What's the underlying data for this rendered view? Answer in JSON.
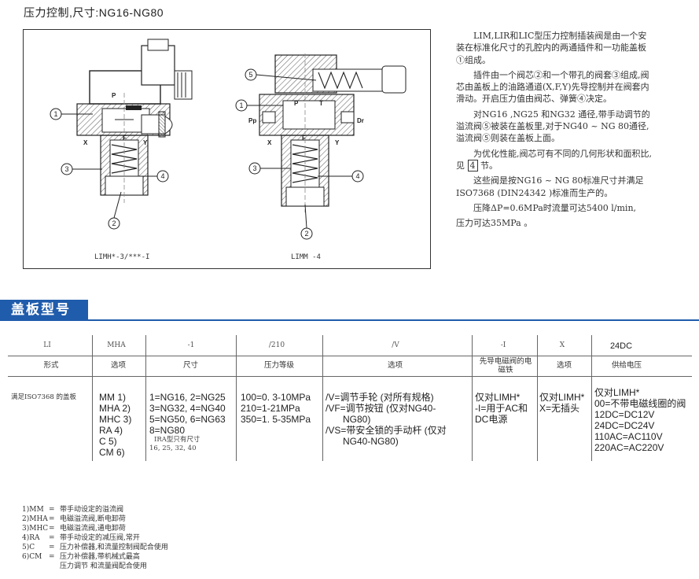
{
  "title": "压力控制,尺寸:NG16-NG80",
  "drawings": {
    "left_caption": "LIMH*-3/***-I",
    "right_caption": "LIMM -4",
    "callouts_left": [
      "1",
      "3",
      "4",
      "2"
    ],
    "callouts_right": [
      "5",
      "1",
      "3",
      "4",
      "2"
    ],
    "port_labels_left": [
      "P",
      "X",
      "F",
      "Y"
    ],
    "port_labels_right": [
      "Pp",
      "P",
      "T",
      "Dr",
      "X",
      "F",
      "Y"
    ]
  },
  "description": {
    "p1": "LIM,LIR和LIC型压力控制插装阀是由一个安装在标准化尺寸的孔腔内的两通插件和一功能盖板①组成。",
    "p2": "插件由一个阀芯②和一个带孔的阀套③组成,阀芯由盖板上的油路通道(X,F,Y)先导控制并在阀套内滑动。开启压力值由阀芯、弹簧④决定。",
    "p3": "对NG16 ,NG25 和NG32 通径,带手动调节的溢流阀⑤被装在盖板里,对于NG40 ~ NG 80通径,溢流阀⑤则装在盖板上面。",
    "p4_a": "为优化性能,阀芯可有不同的几何形状和面积比,见",
    "p4_box": "4",
    "p4_b": "节。",
    "p5": "这些阀是按NG16 ~ NG 80标准尺寸并满足ISO7368 (DIN24342 )标准而生产的。",
    "p6_a": "压降ΔP=0.6MPa时流量可达5400 l/min,",
    "p6_b": "压力可达35MPa 。"
  },
  "section_header": "盖板型号",
  "model_code": {
    "codes": [
      "LI",
      "MHA",
      "-1",
      "/210",
      "/V",
      "-I",
      "X",
      "24DC"
    ],
    "headers": [
      "形式",
      "选项",
      "尺寸",
      "压力等级",
      "选项",
      "先导电磁阀的电磁铁",
      "选项",
      "供给电压"
    ],
    "form_note": "满足ISO7368 的盖板",
    "options_1": [
      "MM 1)",
      "MHA 2)",
      "MHC 3)",
      "RA 4)",
      "C 5)",
      "CM 6)"
    ],
    "sizes": [
      "1=NG16, 2=NG25",
      "3=NG32, 4=NG40",
      "5=NG50, 6=NG63",
      "8=NG80"
    ],
    "size_note_a": "IRA型只有尺寸",
    "size_note_b": "16, 25, 32, 40",
    "pressure": [
      "100=0. 3-10MPa",
      "210=1-21MPa",
      "350=1. 5-35MPa"
    ],
    "options_2": [
      "/V=调节手轮 (对所有规格)",
      "/VF=调节按钮 (仅对NG40-",
      "NG80)",
      "/VS=带安全锁的手动杆 (仅对",
      "NG40-NG80)"
    ],
    "solenoid": [
      "仅对LIMH*",
      "-I=用于AC和",
      "DC电源"
    ],
    "option_x": [
      "仅对LIMH*",
      "X=无插头"
    ],
    "voltage": [
      "仅对LIMH*",
      "00=不带电磁线圈的阀",
      "12DC=DC12V",
      "24DC=DC24V",
      "110AC=AC110V",
      "220AC=AC220V"
    ]
  },
  "footnotes": [
    {
      "key": "1)MM",
      "text": "带手动设定的溢流阀"
    },
    {
      "key": "2)MHA",
      "text": "电磁溢流阀,断电卸荷"
    },
    {
      "key": "3)MHC",
      "text": "电磁溢流阀,通电卸荷"
    },
    {
      "key": "4)RA",
      "text": "带手动设定的减压阀,常开"
    },
    {
      "key": "5)C",
      "text": "压力补偿器,和流量控制阀配合使用"
    },
    {
      "key": "6)CM",
      "text": "压力补偿器,带机械式最高"
    },
    {
      "key": "",
      "text": "压力调节 和流量阀配合使用"
    }
  ]
}
